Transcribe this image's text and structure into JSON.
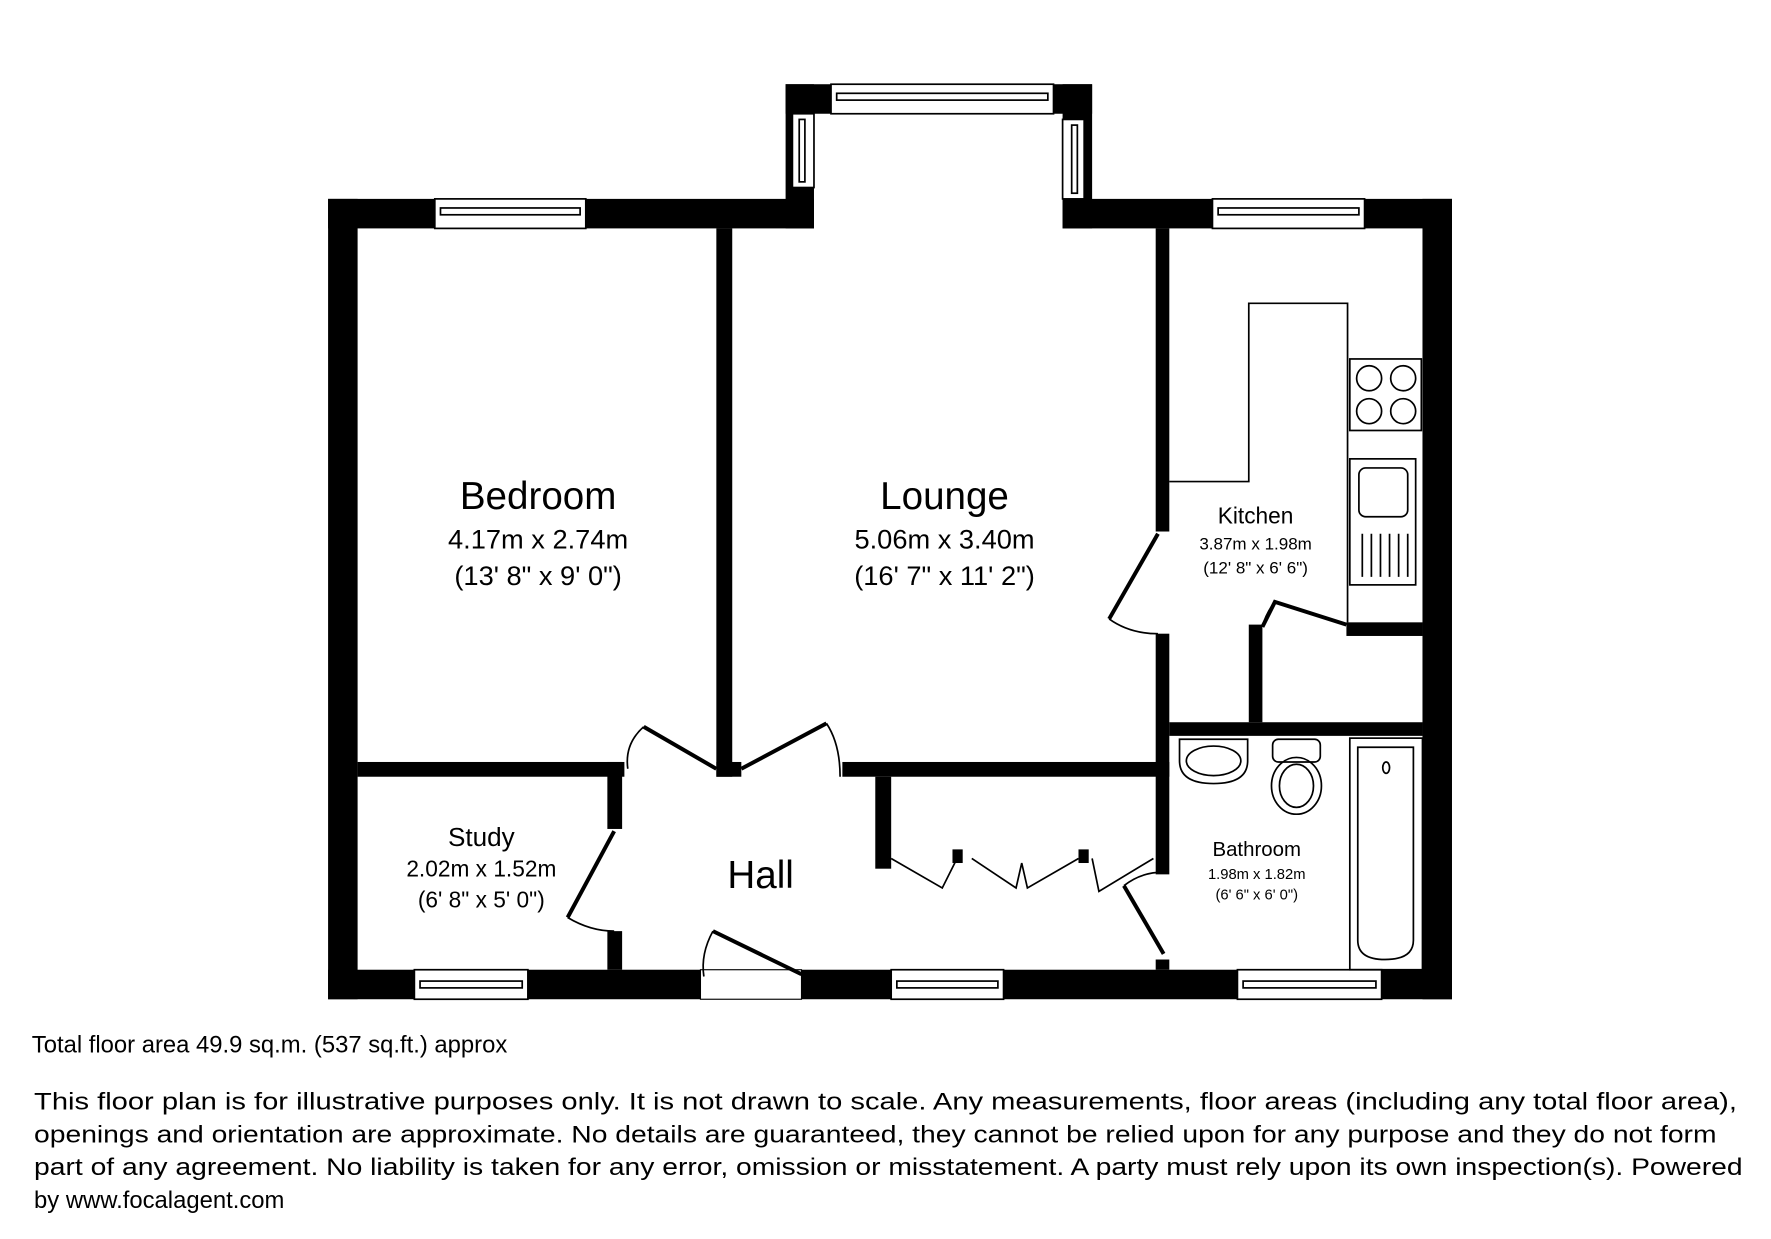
{
  "rooms": {
    "bedroom": {
      "name": "Bedroom",
      "metric": "4.17m x 2.74m",
      "imperial": "(13' 8\" x 9' 0\")"
    },
    "lounge": {
      "name": "Lounge",
      "metric": "5.06m x 3.40m",
      "imperial": "(16' 7\" x 11' 2\")"
    },
    "kitchen": {
      "name": "Kitchen",
      "metric": "3.87m x 1.98m",
      "imperial": "(12' 8\" x 6' 6\")"
    },
    "study": {
      "name": "Study",
      "metric": "2.02m x 1.52m",
      "imperial": "(6' 8\" x 5' 0\")"
    },
    "hall": {
      "name": "Hall"
    },
    "bathroom": {
      "name": "Bathroom",
      "metric": "1.98m x 1.82m",
      "imperial": "(6' 6\" x 6' 0\")"
    }
  },
  "footer": {
    "total_area": "Total floor area 49.9 sq.m. (537 sq.ft.) approx",
    "disclaimer": [
      "This floor plan is for illustrative purposes only. It is not drawn to scale. Any measurements, floor areas (including any total floor area),",
      "openings and orientation are approximate. No details are guaranteed, they cannot be relied upon for any purpose and they do not form",
      "part of any agreement. No liability is taken for any error, omission or misstatement. A party must rely upon its own inspection(s). Powered",
      "by www.focalagent.com"
    ]
  }
}
